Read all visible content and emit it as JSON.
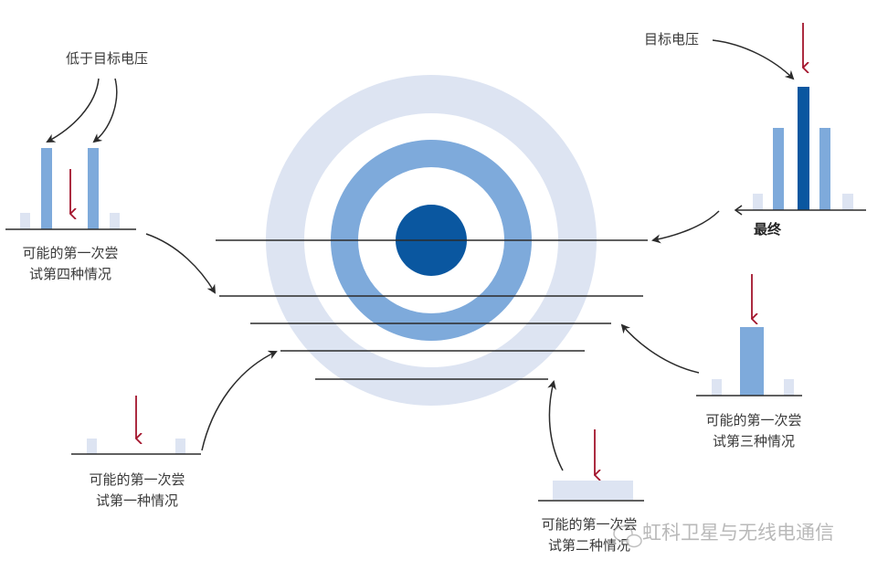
{
  "colors": {
    "pale": "#dde4f2",
    "mid_blue": "#7eaadb",
    "dark_blue": "#0a57a0",
    "red_arrow": "#a3142c",
    "line": "#2b2b2b"
  },
  "labels": {
    "below_target": "低于目标电压",
    "target_voltage": "目标电压",
    "final": "最终",
    "case4": [
      "可能的第一次尝",
      "试第四种情况"
    ],
    "case3": [
      "可能的第一次尝",
      "试第三种情况"
    ],
    "case1": [
      "可能的第一次尝",
      "试第一种情况"
    ],
    "case2": [
      "可能的第一次尝",
      "试第二种情况"
    ]
  },
  "watermark": "虹科卫星与无线电通信",
  "watermark_icon": "wechat-icon"
}
